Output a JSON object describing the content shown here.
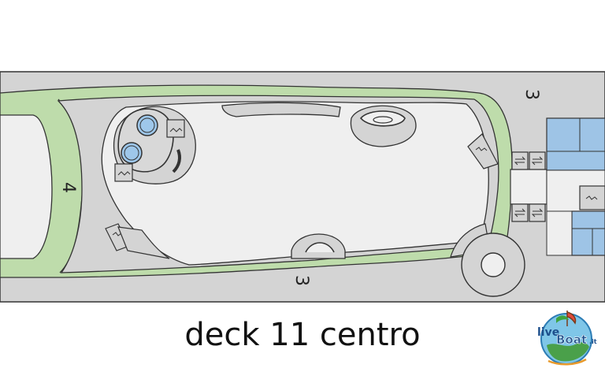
{
  "plan": {
    "caption": "deck 11 centro",
    "labels": {
      "left_area": "4",
      "top_right_area": "3",
      "bottom_area": "3"
    },
    "colors": {
      "floor_gray": "#d4d4d4",
      "walkway_green": "#bedcab",
      "deck_white": "#efefef",
      "pool_blue": "#9ec7ea",
      "room_blue": "#9ec4e6",
      "outline": "#333333"
    }
  },
  "logo": {
    "text_live": "live",
    "text_boat": "Boat",
    "text_suffix": ".it"
  }
}
